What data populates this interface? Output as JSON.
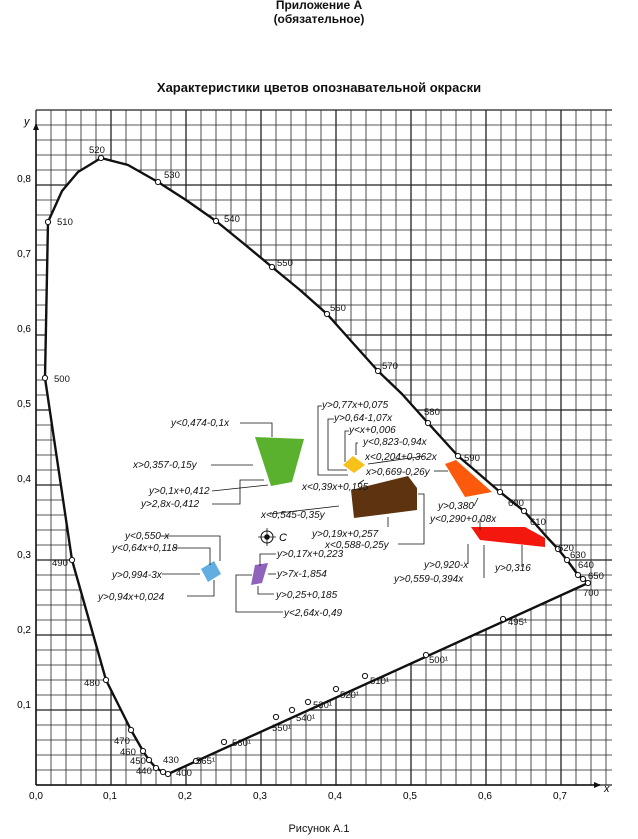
{
  "header": {
    "appendix": "Приложение А",
    "note": "(обязательное)",
    "title": "Характеристики цветов опознавательной окраски"
  },
  "axes": {
    "x_name": "x",
    "y_name": "y",
    "x_ticks": [
      "0,0",
      "0,1",
      "0,2",
      "0,3",
      "0,4",
      "0,5",
      "0,6",
      "0,7"
    ],
    "y_ticks": [
      "0,1",
      "0,2",
      "0,3",
      "0,4",
      "0,5",
      "0,6",
      "0,7",
      "0,8"
    ]
  },
  "point_c": "С",
  "spectral_labels": {
    "w400": "400",
    "w430": "430",
    "w440": "440",
    "w450": "450",
    "w460": "460",
    "w470": "470",
    "w480": "480",
    "w490": "490",
    "w500": "500",
    "w510": "510",
    "w520": "520",
    "w530": "530",
    "w540": "540",
    "w550": "550",
    "w560": "560",
    "w570": "570",
    "w580": "580",
    "w590": "590",
    "w600": "600",
    "w610": "610",
    "w620": "620",
    "w630": "630",
    "w640": "640",
    "w650": "650",
    "w700": "700"
  },
  "purple_labels": {
    "p4951": "495¹",
    "p5001": "500¹",
    "p5101": "510¹",
    "p5201": "520¹",
    "p5301": "530¹",
    "p5401": "540¹",
    "p5501": "550¹",
    "p5601": "560¹",
    "p5651": "565¹"
  },
  "green": {
    "eq1": "y<0,474-0,1x",
    "eq2": "x>0,357-0,15y",
    "eq3": "y>0,1x+0,412",
    "eq4": "y>2,8x-0,412",
    "color": "#5ab12e"
  },
  "yellow": {
    "eq1": "y>0,77x+0,075",
    "eq2": "y>0,64-1,07x",
    "eq3": "y<x+0,006",
    "eq4": "y<0,823-0,94x",
    "color": "#f6c21a"
  },
  "brown": {
    "eq1": "x<0,204+0,362x",
    "eq2": "x<0,39x+0,195",
    "eq3": "x<0,545-0,35y",
    "eq4": "y>0,19x+0,257",
    "eq5": "x<0,588-0,25y",
    "color": "#5e3410"
  },
  "orange": {
    "eq1": "x>0,669-0,26y",
    "eq2": "y>0,380",
    "color": "#fb5a0c"
  },
  "red": {
    "eq1": "y<0,290+0,08x",
    "eq2": "y>0,920-x",
    "eq3": "y>0,559-0,394x",
    "eq4": "y>0,316",
    "color": "#f4170d"
  },
  "blue": {
    "eq1": "y<0,550-x",
    "eq2": "y<0,64x+0,118",
    "eq3": "y>0,994-3x",
    "eq4": "y>0,94x+0,024",
    "color": "#63aee0"
  },
  "violet": {
    "eq1": "y>0,17x+0,223",
    "eq2": "y>7x-1,854",
    "eq3": "y>0,25+0,185",
    "eq4": "y<2,64x-0,49",
    "color": "#8f63bb"
  },
  "caption": "Рисунок А.1"
}
